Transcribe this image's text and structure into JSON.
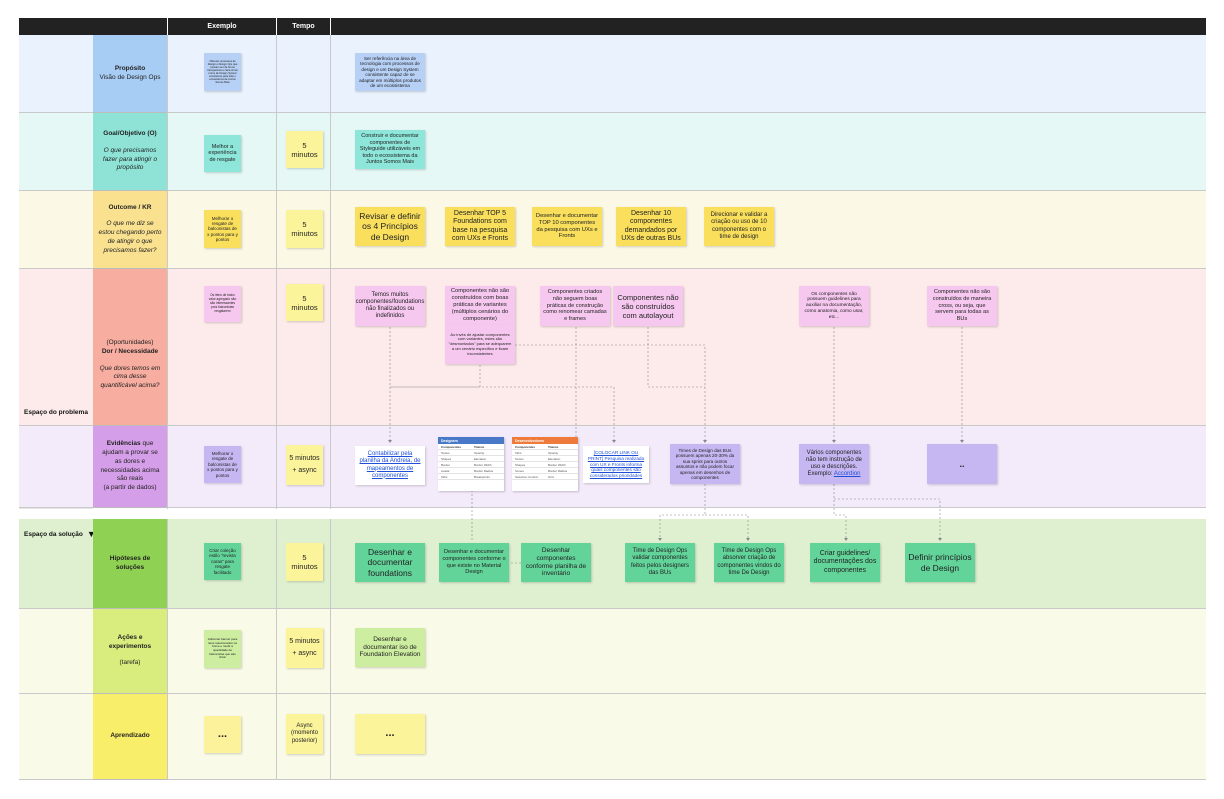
{
  "header": {
    "exemplo": "Exemplo",
    "tempo": "Tempo"
  },
  "side": {
    "problem": "Espaço do problema",
    "solution": "Espaço da solução"
  },
  "rows": {
    "proposito": {
      "title": "Propósito",
      "sub": "Visão de Design Ops"
    },
    "goal": {
      "title": "Goal/Objetivo (O)",
      "question": "O que precisamos fazer para atingir o propósito"
    },
    "outcome": {
      "title": "Outcome / KR",
      "question": "O que me diz se estou chegando perto de atingir o que precisamos fazer?"
    },
    "dor": {
      "pre": "(Oportunidades)",
      "title": "Dor / Necessidade",
      "question": "Que dores temos em cima desse quantificável acima?"
    },
    "evid": {
      "title": "Evidências",
      "rest": " que ajudam a provar se as dores e necessidades acima são reais",
      "paren": "(a partir de dados)"
    },
    "hipo": {
      "title": "Hipóteses de soluções"
    },
    "acoes": {
      "title": "Ações e experimentos",
      "sub": "(tarefa)"
    },
    "apr": {
      "title": "Aprendizado"
    }
  },
  "examples": {
    "proposito": "Oferecer processos de Design e Design Ops que possam ser de forma transparente e clara tornar o time de Design System consistente para todo o ecossistema da Juntos Somos Mais",
    "goal": "Melhor a experiência de resgate",
    "outcome": "Melhorar o resgate de balconistas de x pontos para y pontos",
    "dor": "Os itens de baixo valor agregado não são interessantes pros balconistas resgatarem",
    "evid": "Melhorar o resgate de balconistas de x pontos para y pontos",
    "hipo": "Criar coleção estilo \"revista caras\" para resgate facilitado",
    "acoes": "Adicionar banner para itens selecionados na home e medir a quantidade de balconistas que são clicar",
    "apr": "..."
  },
  "tempo": {
    "goal": "5 minutos",
    "outcome": "5 minutos",
    "dor": "5 minutos",
    "evid_a": "5 minutos",
    "evid_b": "+ async",
    "hipo": "5 minutos",
    "acoes_a": "5 minutos",
    "acoes_b": "+ async",
    "apr": "Async (momento posterior)"
  },
  "content": {
    "proposito": "Ser referência na área de tecnologia com processos de design e um Design System consistente capaz de se adaptar em múltiplos produtos de um ecossistema",
    "goal": "Construir e documentar componentes de Styleguide utilizáveis em todo o ecossistema da Juntos Somos Mais",
    "outcome": [
      "Revisar e definir os 4 Princípios de Design",
      "Desenhar TOP 5 Foundations com base na pesquisa com UXs e Fronts",
      "Desenhar e documentar TOP 10 componentes da pesquisa com UXs e Fronts",
      "Desenhar 10 componentes demandados por UXs de outras BUs",
      "Direcionar e validar a criação ou uso de 10 componentes com o time de design"
    ],
    "dor": [
      "Temos muitos componentes/foundations não finalizados ou indefinidos",
      "Componentes não são construídos com boas práticas de variantes (múltiplos cenários do componente)",
      "Ao invés de ajustar componentes com variantes, estes são \"desmontados\" para se adequarem a um cenário específico e ficam inconsistentes",
      "Componentes criados não seguem boas práticas de construção como renomear camadas e frames",
      "Componentes não são construídos com autolayout",
      "Os componentes não possuem guidelines para auxiliar na documentação, como anatomia, como usar, etc...",
      "Componentes não são construídos de maneira cross, ou seja, que servem para todas as BUs"
    ],
    "evid": {
      "contab": "Contabilizar pela planilha da Andreia, de mapeamentos de componentes",
      "colocar": "[COLOCAR LINK OU PRINT] Pesquisa realizada com UX e Fronts informa quais componentes são considerados prioridades",
      "times": "Times de Design das BUs possuem apenas 20-30% da sua sprint para outros assuntos e não podem focar apenas em desenhos de componentes",
      "varios": "Vários componentes não tem instrução de uso e descrições. Exemplo: ",
      "varios_link": "Accordion",
      "dots": ".."
    },
    "hipo": [
      "Desenhar e documentar foundations",
      "Desenhar e documentar componentes conforme o que existe no Material Design",
      "Desenhar componentes conforme planilha de inventário",
      "Time de Design Ops validar componentes feitos pelos designers das BUs",
      "Time de Design Ops absorver criação de componentes vindos do time De Design",
      "Criar guidelines/ documentações dos componentes",
      "Definir princípios de Design"
    ],
    "acoes": "Desenhar e documentar iso de Foundation Elevation",
    "apr": "..."
  },
  "tables": {
    "t1": {
      "title": "Designers",
      "cols": [
        "Componentes",
        "Tokens"
      ],
      "rows": [
        [
          "Textos",
          "Opacity"
        ],
        [
          "Shapes",
          "Elevation"
        ],
        [
          "Border",
          "Border Width"
        ],
        [
          "Avatar",
          "Border Radius"
        ],
        [
          "Tabs",
          "Breakpoints"
        ]
      ]
    },
    "t2": {
      "title": "Desenvolvedores",
      "cols": [
        "Componentes",
        "Tokens"
      ],
      "rows": [
        [
          "Tabs",
          "Opacity"
        ],
        [
          "Textos",
          "Elevation"
        ],
        [
          "Shapes",
          "Border Width"
        ],
        [
          "Ícones",
          "Border Radius"
        ],
        [
          "Selection Control",
          "Grid"
        ]
      ]
    }
  },
  "colors": {
    "proposito": "#eaf3fd",
    "goal": "#e6f8f6",
    "outcome": "#fcf8e6",
    "dor": "#fdeaea",
    "evid": "#f3eafa",
    "hipo": "#dff0d0",
    "acoes": "#fafae8",
    "apr": "#fafae8",
    "sticky_blue": "#b7d0f5",
    "sticky_teal": "#8de6d9",
    "sticky_yellow": "#f9df5c",
    "sticky_pink": "#f6c8ef",
    "sticky_purple": "#c6b7f2",
    "sticky_green": "#62d49a",
    "sticky_lightgreen": "#cdeea1",
    "sticky_lightyellow": "#fbf29b",
    "sticky_paleyellow": "#fcf49a"
  }
}
